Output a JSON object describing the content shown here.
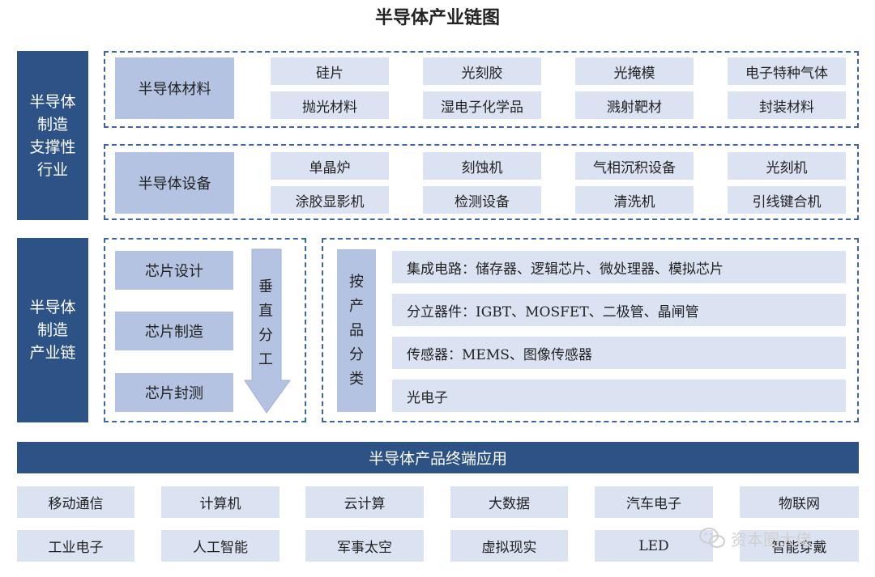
{
  "title": "半导体产业链图",
  "support": {
    "label_lines": [
      "半导体",
      "制造",
      "支撑性",
      "行业"
    ],
    "materials": {
      "label": "半导体材料",
      "items": [
        "硅片",
        "光刻胶",
        "光掩模",
        "电子特种气体",
        "抛光材料",
        "湿电子化学品",
        "溅射靶材",
        "封装材料"
      ]
    },
    "equipment": {
      "label": "半导体设备",
      "items": [
        "单晶炉",
        "刻蚀机",
        "气相沉积设备",
        "光刻机",
        "涂胶显影机",
        "检测设备",
        "清洗机",
        "引线键合机"
      ]
    }
  },
  "chain": {
    "label_lines": [
      "半导体",
      "制造",
      "产业链"
    ],
    "vertical": {
      "stages": [
        "芯片设计",
        "芯片制造",
        "芯片封测"
      ],
      "arrow_chars": [
        "垂",
        "直",
        "分",
        "工"
      ]
    },
    "products": {
      "label_chars": [
        "按",
        "产",
        "品",
        "分",
        "类"
      ],
      "items": [
        "集成电路：储存器、逻辑芯片、微处理器、模拟芯片",
        "分立器件：IGBT、MOSFET、二极管、晶闸管",
        "传感器：MEMS、图像传感器",
        "光电子"
      ]
    }
  },
  "applications": {
    "label": "半导体产品终端应用",
    "items": [
      "移动通信",
      "计算机",
      "云计算",
      "大数据",
      "汽车电子",
      "物联网",
      "工业电子",
      "人工智能",
      "军事太空",
      "虚拟现实",
      "LED",
      "智能穿戴"
    ]
  },
  "watermark": {
    "text": "资本圈大佬",
    "icon": "wechat-icon"
  },
  "colors": {
    "dark_blue": "#2c5286",
    "category_blue": "#b4c3e1",
    "cell_blue": "#dbe3f2",
    "dashed_border": "#3d66a0",
    "arrow_fill": "#b4c3e1"
  }
}
